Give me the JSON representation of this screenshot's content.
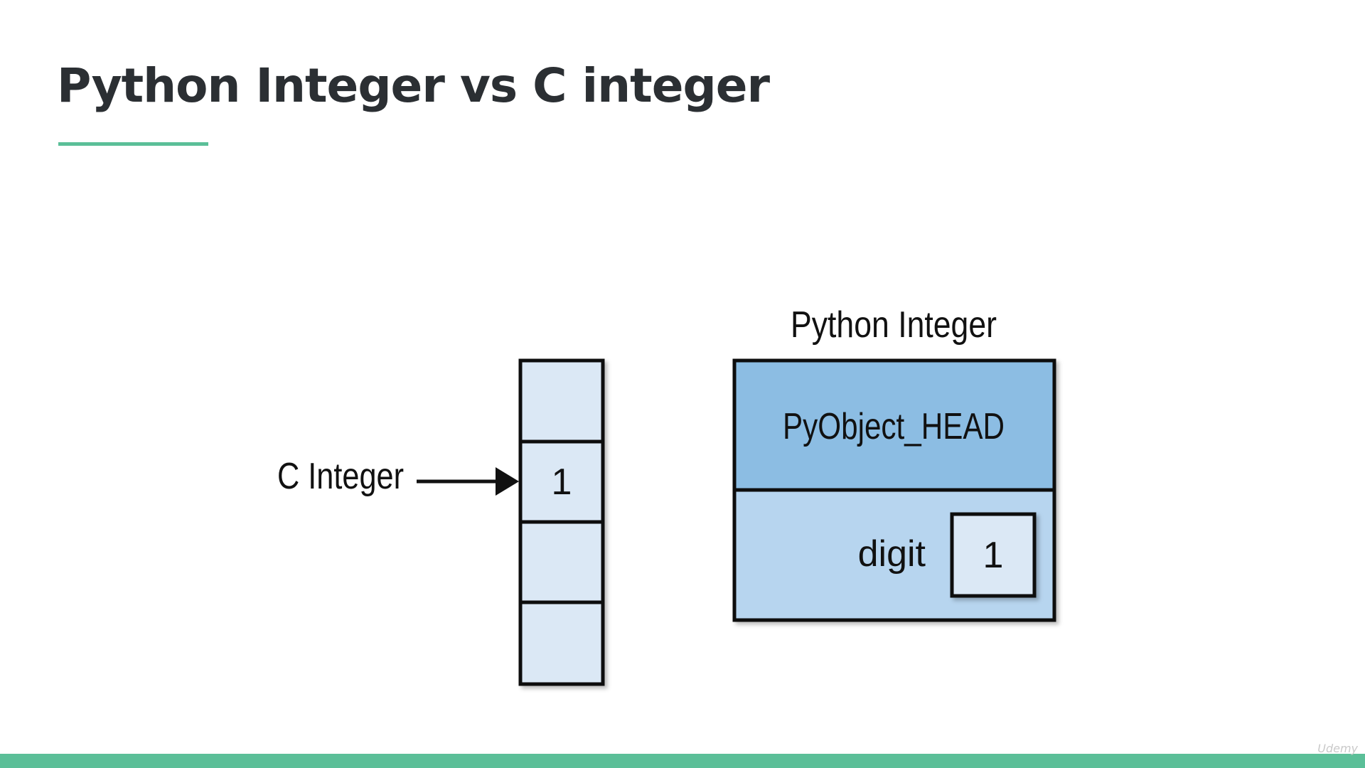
{
  "slide": {
    "title": "Python Integer vs C integer",
    "accent_color": "#5bbf98",
    "watermark": "Udemy"
  },
  "diagram": {
    "c_integer": {
      "label": "C Integer",
      "cells": [
        "",
        "1",
        "",
        ""
      ],
      "pointed_cell_index": 1,
      "cell_color": "#dbe8f5"
    },
    "python_integer": {
      "label": "Python Integer",
      "header": "PyObject_HEAD",
      "header_color": "#8cbde3",
      "body_color": "#b7d5ef",
      "digit_label": "digit",
      "digit_value": "1",
      "digit_box_color": "#dbe8f5"
    }
  }
}
